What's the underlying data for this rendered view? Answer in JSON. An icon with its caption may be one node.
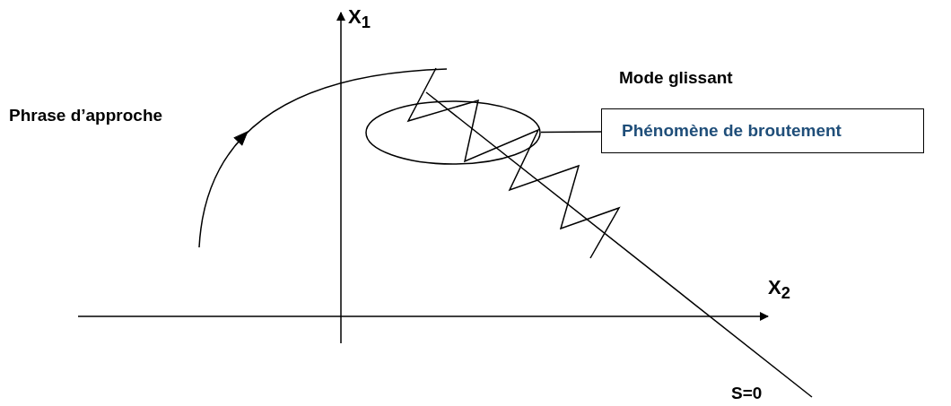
{
  "diagram": {
    "nodes": [
      {
        "text": [],
        "shape": "ellipse"
      },
      {
        "text": [
          "Phénomène de broutement"
        ]
      }
    ],
    "edges": [
      {
        "from": 1,
        "to": 0,
        "arrow": "none"
      }
    ],
    "labels": [
      "X$_{1}$",
      "Mode glissant",
      "Phrase d’approche",
      "X$_{2}$",
      "S=0"
    ]
  }
}
